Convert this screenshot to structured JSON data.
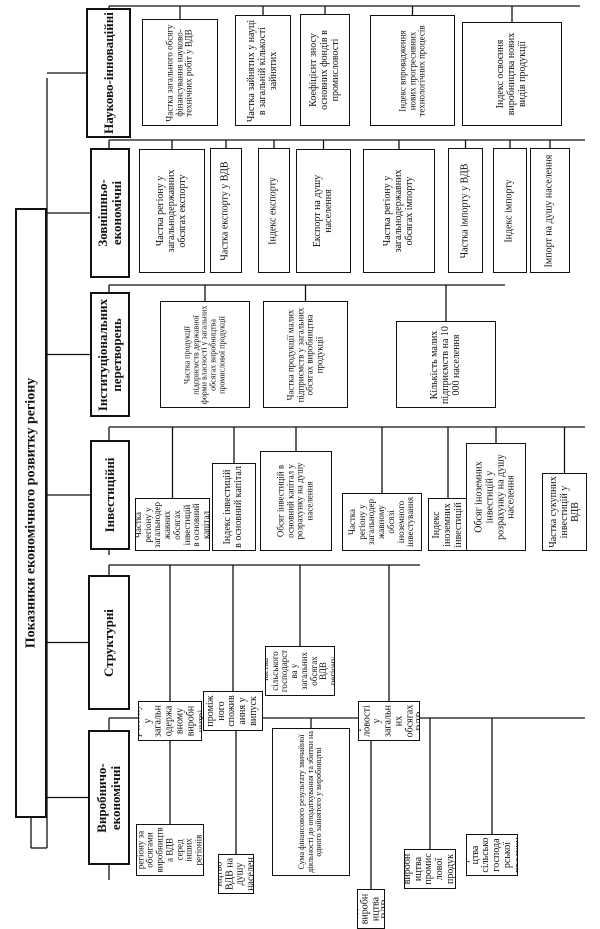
{
  "title": "Показники економічного розвитку регіону",
  "groups": [
    {
      "label": "Виробничо-економічні",
      "items": [
        "Місце регіону за обсягами виробництва ВДВ серед інших регіонів України",
        "Виробництво ВДВ на душу населення",
        "Сума фінансового результату звичайної діяльності до оподаткування та збитки на одного зайнятого у виробництві",
        "Індекс виробництва ВДВ",
        "Індекс виробництва промислової продукції",
        "Індекс виробництва сільськогосподарської продукції"
      ]
    },
    {
      "label": "Структурні",
      "items": [
        "Частка регіону у загальнодержавному виробництві ВДВ",
        "Частка проміжного споживання у випуску",
        "Частка сільського господарства у загальних обсягах ВДВ регіону",
        "Частка промисловості у загальних обсягах ВДВ регіону"
      ]
    },
    {
      "label": "Інвестиційні",
      "items": [
        "Частка регіону у загальнодержавних обсягах інвестицій в основний капітал",
        "Індекс інвестицій в основний капітал",
        "Обсяг інвестицій в основний капітал у розрахунку на душу населення",
        "Частка регіону у загальнодержавному обсязі іноземного інвестування",
        "Індекс іноземних інвестицій",
        "Обсяг іноземних інвестицій у розрахунку на душу населення",
        "Частка сукупних інвестицій у ВДВ"
      ]
    },
    {
      "label": "Інституціональних перетворень",
      "items": [
        "Частка продукції підприємств державної форми власності у загальних обсягах виробництва промислової продукції",
        "Частка продукції малих підприємств у загальних обсягах виробництва продукції",
        "Кількість малих підприємств на 10 000 населення"
      ]
    },
    {
      "label": "Зовнішньо-економічні",
      "items": [
        "Частка регіону у загальнодержавних обсягах експорту",
        "Частка експорту у ВДВ",
        "Індекс експорту",
        "Експорт на душу населення",
        "Частка регіону у загальнодержавних обсягах імпорту",
        "Частка імпорту у ВДВ",
        "Індекс імпорту",
        "Імпорт на душу населення"
      ]
    },
    {
      "label": "Науково-інноваційні",
      "items": [
        "Частка загального обсягу фінансування науково-технічних робіт у ВДВ",
        "Частка зайнятих у науці в загальній кількості зайнятих",
        "Коефіцієнт зносу основних фондів в промисловості",
        "Індекс впровадження нових прогресивних технологічних процесів",
        "Індекс освоєння виробництва нових видів продукції"
      ]
    }
  ]
}
